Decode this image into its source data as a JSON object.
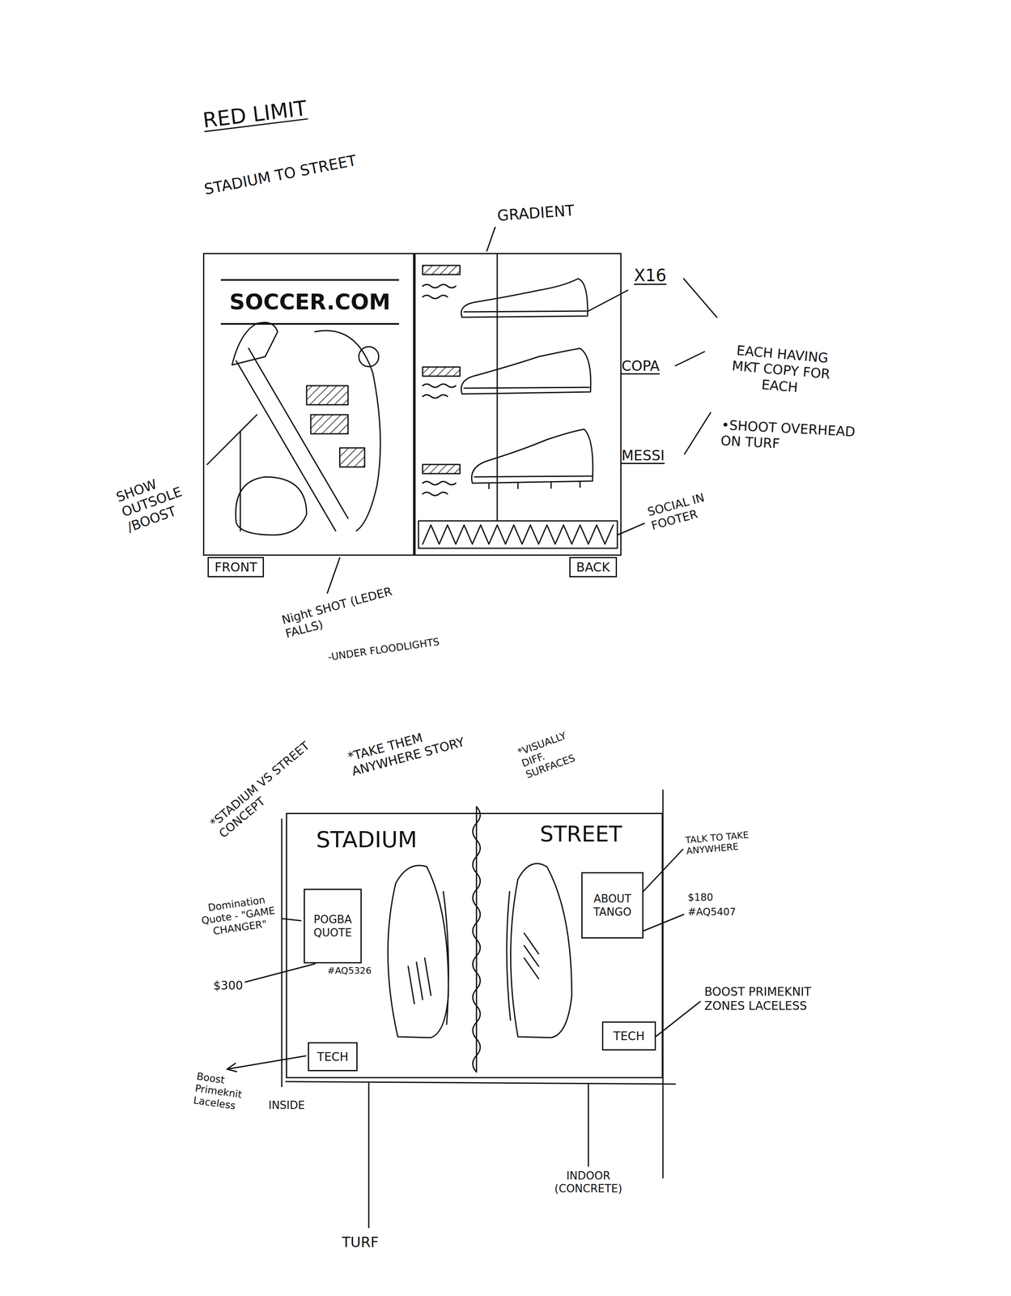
{
  "diagram": {
    "title": "RED LIMIT",
    "nodes": [
      {
        "text": [
          "FRONT"
        ]
      },
      {
        "text": [
          "SOCCER.COM"
        ],
        "in": 0
      },
      {
        "text": [
          "BACK"
        ]
      },
      {
        "text": [
          "STADIUM",
          "STREET"
        ]
      },
      {
        "text": [
          "POGBA QUOTE"
        ],
        "in": 3
      },
      {
        "text": [
          "TECH"
        ],
        "in": 3
      },
      {
        "text": [
          "ABOUT TANGO"
        ],
        "in": 3
      },
      {
        "text": [
          "TECH"
        ],
        "in": 3
      }
    ],
    "labels": [
      "STADIUM TO STREET",
      "GRADIENT",
      "X16",
      "COPA",
      "MESSI",
      "EACH HAVING MKT COPY FOR EACH",
      "•SHOOT OVERHEAD ON TURF",
      "SOCIAL IN FOOTER",
      "SHOW OUTSOLE /BOOST",
      "Night SHOT (LEDER FALLS)",
      "-UNDER FLOODLIGHTS",
      "*STADIUM VS STREET CONCEPT",
      "*TAKE THEM ANYWHERE STORY",
      "*VISUALLY DIFF. SURFACES",
      "Domination Quote - \"GAME CHANGER\"",
      "#AQ5326",
      "$300",
      "Boost Primeknit Laceless",
      "INSIDE",
      "TALK TO TAKE ANYWHERE",
      "$180",
      "#AQ5407",
      "BOOST PRIMEKNIT ZONES LACELESS",
      "TURF",
      "INDOOR (CONCRETE)"
    ]
  }
}
